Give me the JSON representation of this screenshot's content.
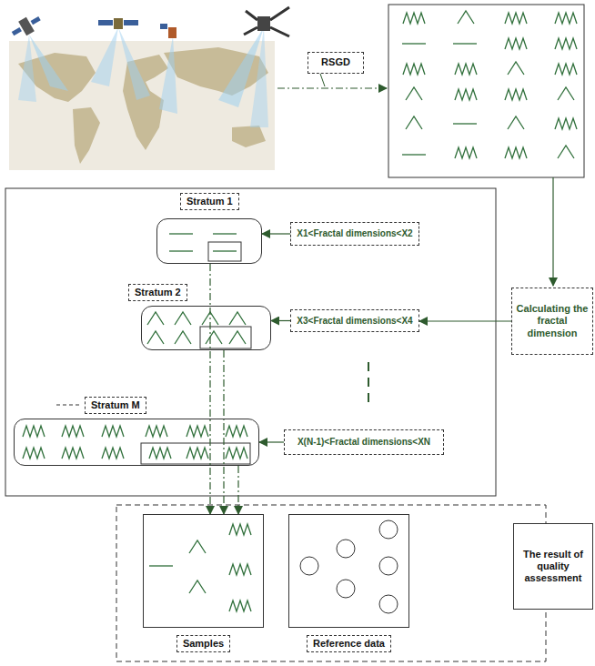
{
  "diagram": {
    "nodes": [
      {
        "text": [
          "RSGD"
        ]
      },
      {
        "text": [
          "Stratum 1"
        ]
      },
      {
        "text": [
          "X1<Fractal dimensions<X2"
        ]
      },
      {
        "text": [
          "Stratum 2"
        ]
      },
      {
        "text": [
          "X3<Fractal dimensions<X4"
        ]
      },
      {
        "text": [
          "Calculating the fractal dimension"
        ]
      },
      {
        "text": [
          "Stratum M"
        ]
      },
      {
        "text": [
          "X(N-1)<Fractal dimensions<XN"
        ]
      },
      {
        "text": [
          "Samples"
        ]
      },
      {
        "text": [
          "Reference data"
        ]
      },
      {
        "text": [
          "The result of quality assessment"
        ]
      }
    ],
    "edges": [
      {
        "from": 5,
        "to": 4,
        "arrow": "to"
      },
      {
        "from": 2,
        "to": 1,
        "arrow": "to"
      },
      {
        "from": 4,
        "to": 3,
        "arrow": "to"
      },
      {
        "from": 7,
        "to": 6,
        "arrow": "to"
      },
      {
        "from": 1,
        "to": 8,
        "arrow": "to"
      },
      {
        "from": 3,
        "to": 8,
        "arrow": "to"
      },
      {
        "from": 6,
        "to": 8,
        "arrow": "to"
      }
    ]
  }
}
